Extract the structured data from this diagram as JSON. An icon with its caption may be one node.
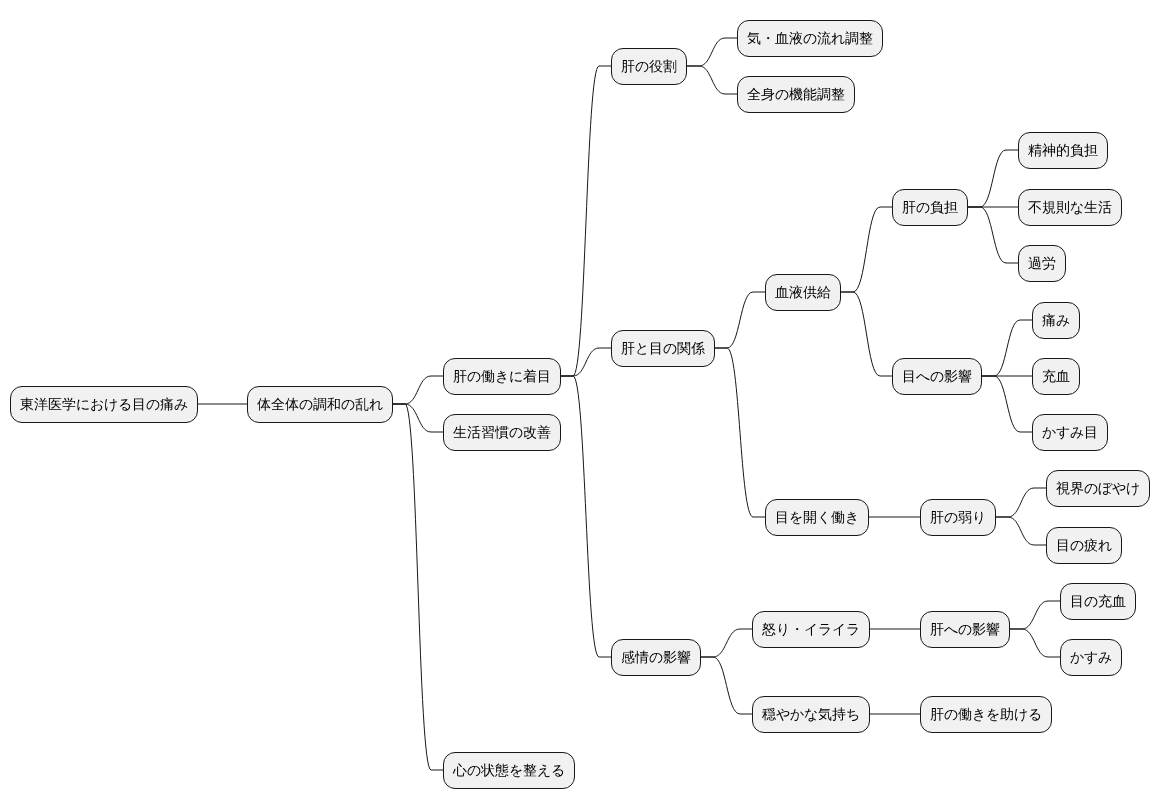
{
  "diagram": {
    "nodes": [
      {
        "text": [
          "東洋医学における目の痛み"
        ]
      },
      {
        "text": [
          "体全体の調和の乱れ"
        ]
      },
      {
        "text": [
          "肝の働きに着目"
        ]
      },
      {
        "text": [
          "肝の役割"
        ]
      },
      {
        "text": [
          "気・血液の流れ調整"
        ]
      },
      {
        "text": [
          "全身の機能調整"
        ]
      },
      {
        "text": [
          "肝と目の関係"
        ]
      },
      {
        "text": [
          "血液供給"
        ]
      },
      {
        "text": [
          "肝の負担"
        ]
      },
      {
        "text": [
          "精神的負担"
        ]
      },
      {
        "text": [
          "不規則な生活"
        ]
      },
      {
        "text": [
          "過労"
        ]
      },
      {
        "text": [
          "目への影響"
        ]
      },
      {
        "text": [
          "痛み"
        ]
      },
      {
        "text": [
          "充血"
        ]
      },
      {
        "text": [
          "かすみ目"
        ]
      },
      {
        "text": [
          "目を開く働き"
        ]
      },
      {
        "text": [
          "肝の弱り"
        ]
      },
      {
        "text": [
          "視界のぼやけ"
        ]
      },
      {
        "text": [
          "目の疲れ"
        ]
      },
      {
        "text": [
          "感情の影響"
        ]
      },
      {
        "text": [
          "怒り・イライラ"
        ]
      },
      {
        "text": [
          "肝への影響"
        ]
      },
      {
        "text": [
          "目の充血"
        ]
      },
      {
        "text": [
          "かすみ"
        ]
      },
      {
        "text": [
          "穏やかな気持ち"
        ]
      },
      {
        "text": [
          "肝の働きを助ける"
        ]
      },
      {
        "text": [
          "生活習慣の改善"
        ]
      },
      {
        "text": [
          "心の状態を整える"
        ]
      }
    ],
    "edges": [
      {
        "from": 0,
        "to": 1,
        "arrow": "none"
      },
      {
        "from": 1,
        "to": 2,
        "arrow": "none"
      },
      {
        "from": 1,
        "to": 27,
        "arrow": "none"
      },
      {
        "from": 1,
        "to": 28,
        "arrow": "none"
      },
      {
        "from": 2,
        "to": 3,
        "arrow": "none"
      },
      {
        "from": 2,
        "to": 6,
        "arrow": "none"
      },
      {
        "from": 2,
        "to": 20,
        "arrow": "none"
      },
      {
        "from": 3,
        "to": 4,
        "arrow": "none"
      },
      {
        "from": 3,
        "to": 5,
        "arrow": "none"
      },
      {
        "from": 6,
        "to": 7,
        "arrow": "none"
      },
      {
        "from": 6,
        "to": 16,
        "arrow": "none"
      },
      {
        "from": 7,
        "to": 8,
        "arrow": "none"
      },
      {
        "from": 7,
        "to": 12,
        "arrow": "none"
      },
      {
        "from": 8,
        "to": 9,
        "arrow": "none"
      },
      {
        "from": 8,
        "to": 10,
        "arrow": "none"
      },
      {
        "from": 8,
        "to": 11,
        "arrow": "none"
      },
      {
        "from": 12,
        "to": 13,
        "arrow": "none"
      },
      {
        "from": 12,
        "to": 14,
        "arrow": "none"
      },
      {
        "from": 12,
        "to": 15,
        "arrow": "none"
      },
      {
        "from": 16,
        "to": 17,
        "arrow": "none"
      },
      {
        "from": 17,
        "to": 18,
        "arrow": "none"
      },
      {
        "from": 17,
        "to": 19,
        "arrow": "none"
      },
      {
        "from": 20,
        "to": 21,
        "arrow": "none"
      },
      {
        "from": 20,
        "to": 25,
        "arrow": "none"
      },
      {
        "from": 21,
        "to": 22,
        "arrow": "none"
      },
      {
        "from": 22,
        "to": 23,
        "arrow": "none"
      },
      {
        "from": 22,
        "to": 24,
        "arrow": "none"
      },
      {
        "from": 25,
        "to": 26,
        "arrow": "none"
      }
    ]
  }
}
